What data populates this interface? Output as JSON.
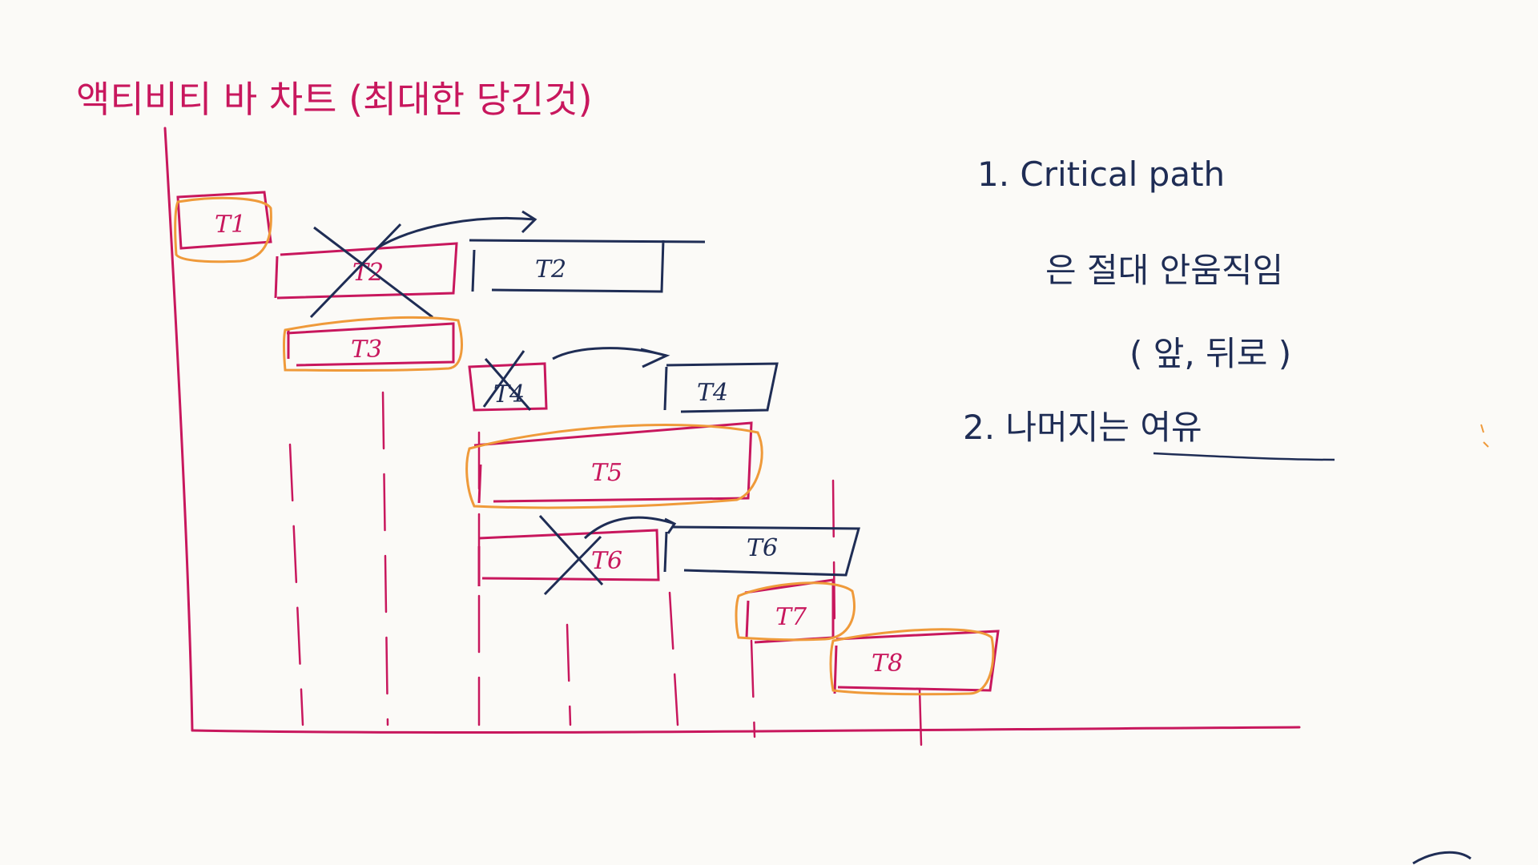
{
  "title": "액티비티 바 차트 (최대한 당긴것)",
  "notes": {
    "line1": "1. Critical path",
    "line2": "은 절대 안움직임",
    "line3": "( 앞, 뒤로 )",
    "line4": "2. 나머지는 여유"
  },
  "tasks": {
    "t1": "T1",
    "t2_pulled": "T2",
    "t2_moved": "T2",
    "t3": "T3",
    "t4_pulled": "T4",
    "t4_moved": "T4",
    "t5": "T5",
    "t6_pulled": "T6",
    "t6_moved": "T6",
    "t7": "T7",
    "t8": "T8"
  },
  "colors": {
    "critical_path": "#c8175d",
    "critical_highlight": "#ef9a3a",
    "moved": "#1f2d55",
    "background": "#fbfaf7"
  }
}
